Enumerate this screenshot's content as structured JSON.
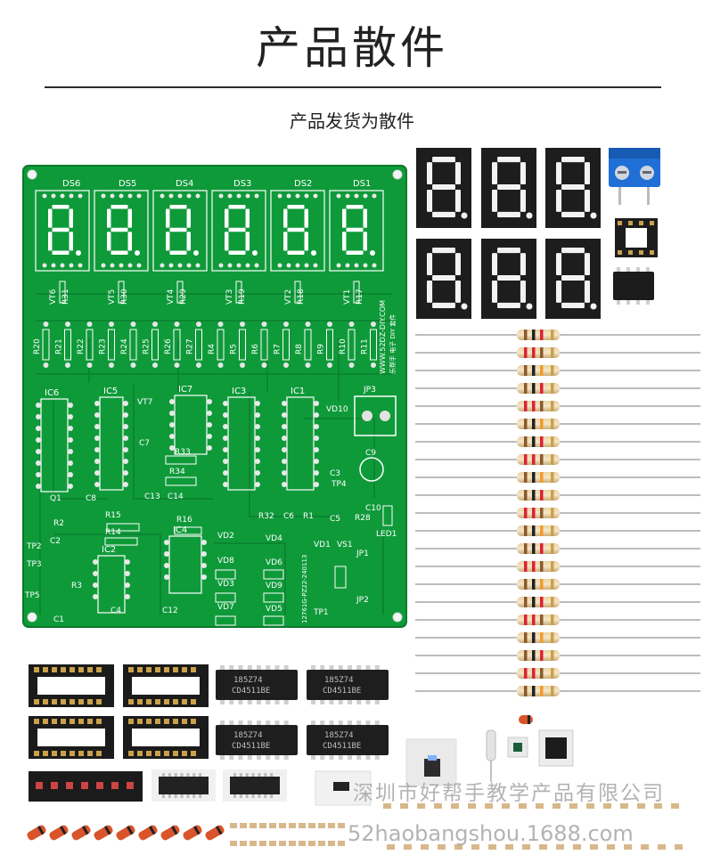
{
  "header": {
    "title": "产品散件",
    "subtitle": "产品发货为散件"
  },
  "board": {
    "display_labels": [
      "DS6",
      "DS5",
      "DS4",
      "DS3",
      "DS2",
      "DS1"
    ],
    "ic_labels": [
      "IC6",
      "IC5",
      "IC7",
      "IC3",
      "IC1",
      "IC4",
      "IC2"
    ],
    "side_text": "WWW.52DZ-DIY.COM",
    "side_text2": "乐帮手 电子 DIY 套件",
    "version_text": "12761G-PZ22-240113",
    "misc_labels": [
      "JP3",
      "VD10",
      "C9",
      "C3",
      "TP4",
      "C10",
      "R28",
      "LED1",
      "R15",
      "R14",
      "R16",
      "VD2",
      "VD4",
      "VD8",
      "VD6",
      "VD3",
      "VD9",
      "VD7",
      "VD5",
      "JP1",
      "JP2",
      "TP1",
      "VS1",
      "VD1",
      "R32",
      "C6",
      "R1",
      "C5",
      "C13",
      "C14",
      "C12",
      "C4",
      "C1",
      "R3",
      "R2",
      "C2",
      "TP2",
      "TP3",
      "TP5",
      "C8",
      "R33",
      "R34",
      "C7",
      "VT7",
      "Q1"
    ],
    "r_labels": [
      "R20",
      "R21",
      "R22",
      "R23",
      "R24",
      "R25",
      "R26",
      "R27",
      "R4",
      "R5",
      "R6",
      "R7",
      "R8",
      "R9",
      "R10",
      "R11"
    ],
    "vt_labels": [
      "VT6",
      "R31",
      "VT5",
      "R30",
      "VT4",
      "R29",
      "VT3",
      "R19",
      "VT2",
      "R18",
      "VT1",
      "R17"
    ]
  },
  "chip_marking": [
    "185Z74",
    "CD4511BE"
  ],
  "watermarks": {
    "line1": "深圳市好帮手教学产品有限公司",
    "line2": "52haobangshou.1688.com"
  },
  "colors": {
    "pcb": "#0f9a3a",
    "pcb_dark": "#0a7a2c",
    "silk": "#ffffff",
    "display": "#1d1d1d",
    "segment": "#f2f2f2",
    "terminal": "#1f6fd6"
  }
}
